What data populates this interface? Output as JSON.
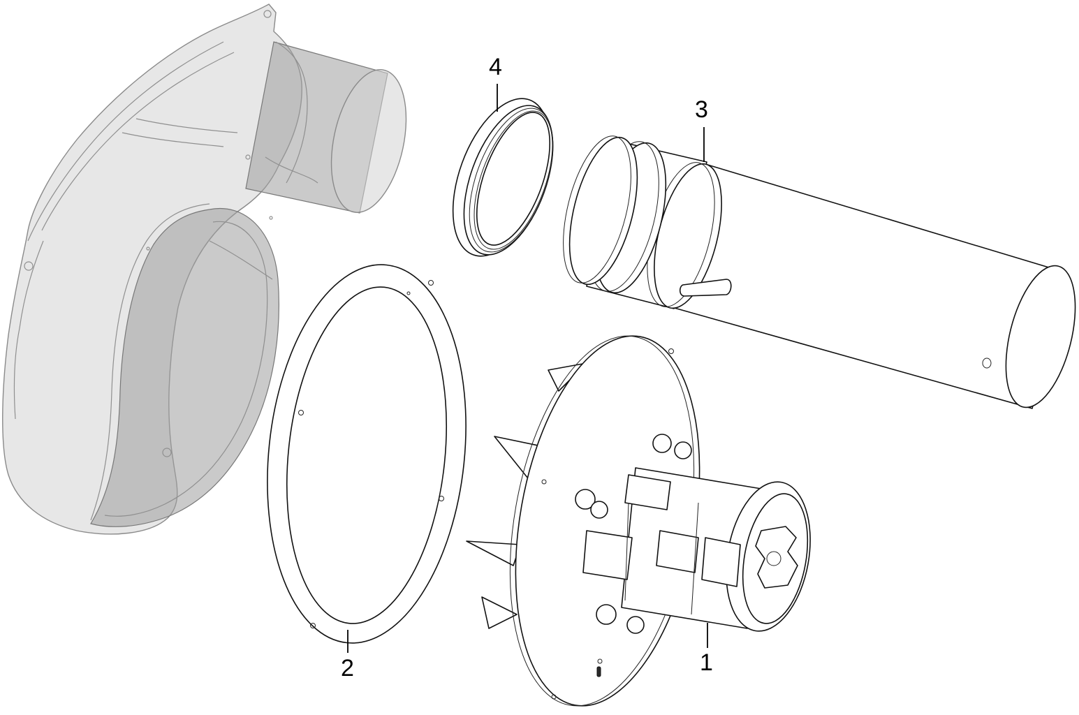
{
  "callouts": [
    {
      "id": "1",
      "label": "1"
    },
    {
      "id": "2",
      "label": "2"
    },
    {
      "id": "3",
      "label": "3"
    },
    {
      "id": "4",
      "label": "4"
    }
  ],
  "colors": {
    "line": "#111111",
    "housing_fill": "#d3d3d3",
    "background": "#ffffff"
  }
}
